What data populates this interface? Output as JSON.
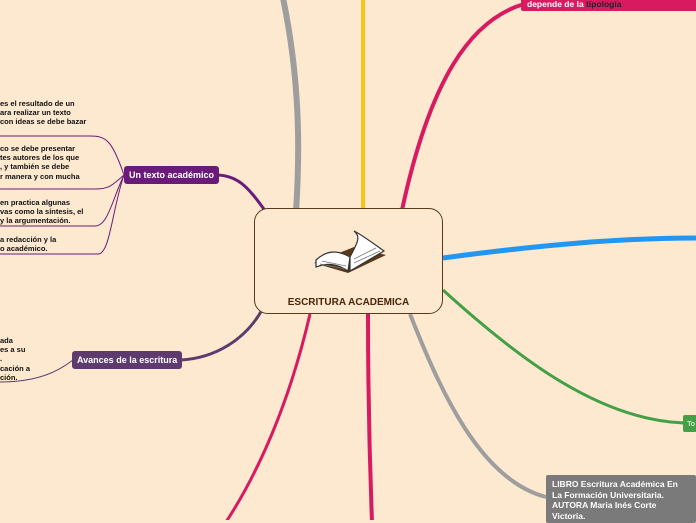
{
  "central": {
    "title": "ESCRITURA ACADEMICA",
    "icon": "open-book-icon"
  },
  "branches": {
    "texto_academico": {
      "label": "Un texto académico",
      "color": "#6a1b7a",
      "subtopics": [
        "es el resultado de un\nara realizar un texto\ncon ideas se debe bazar",
        "co se debe presentar\ntes autores de los que\n, y también se debe\nr manera y con mucha",
        "en practica algunas\nvas como la síntesis, el\ny la argumentación.",
        "a redacción y la\no académico."
      ]
    },
    "avances": {
      "label": "Avances de la escritura",
      "color": "#5e3a6e",
      "text": "ada\nes a su\n.\ncación a\nción."
    },
    "tipologia": {
      "text_prefix": "depende de la ",
      "text_link": "tipología",
      "color": "#d81b60"
    },
    "libro": {
      "text": "LIBRO Escritura Académica En\nLa Formación Universitaria.\nAUTORA Maria Inés Corte\nVictoria.",
      "color": "#7a7a7a"
    },
    "green": {
      "text": "To",
      "color": "#43a047"
    }
  },
  "colors": {
    "background": "#fde8d0",
    "yellow": "#f5c518",
    "gray": "#9e9e9e",
    "pink": "#d81b60",
    "blue": "#2196f3",
    "green": "#43a047",
    "purple": "#6a1b7a"
  }
}
